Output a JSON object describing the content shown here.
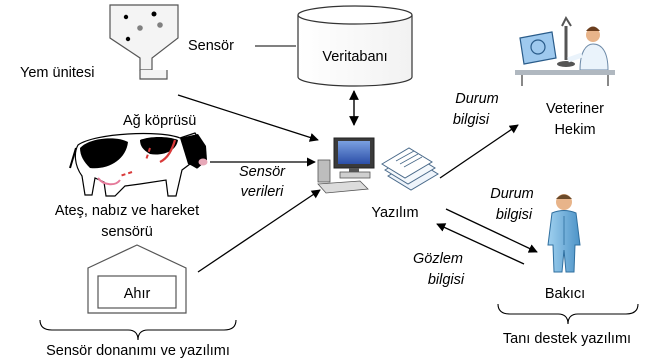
{
  "nodes": {
    "feed_unit": "Yem ünitesi",
    "sensor": "Sensör",
    "database": "Veritabanı",
    "bridge": "Ağ köprüsü",
    "cow_sensors": [
      "Ateş, nabız ve hareket",
      "sensörü"
    ],
    "barn": "Ahır",
    "software": "Yazılım",
    "vet": [
      "Veteriner",
      "Hekim"
    ],
    "caretaker": "Bakıcı"
  },
  "edges": {
    "sensor_data": [
      "Sensör",
      "verileri"
    ],
    "status_vet": [
      "Durum",
      "bilgisi"
    ],
    "status_caretaker": [
      "Durum",
      "bilgisi"
    ],
    "observation": [
      "Gözlem",
      "bilgisi"
    ]
  },
  "groups": {
    "left": "Sensör donanımı ve yazılımı",
    "right": "Tanı destek yazılımı"
  }
}
